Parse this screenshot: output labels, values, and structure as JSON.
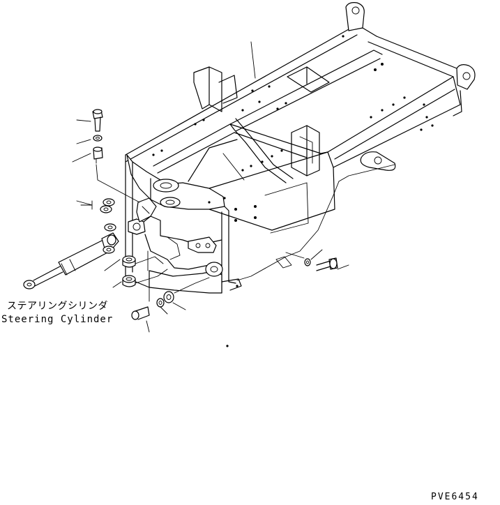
{
  "labels": {
    "caption_jp": "ステアリングシリンダ",
    "caption_en": "Steering Cylinder",
    "drawing_code": "PVE6454"
  }
}
